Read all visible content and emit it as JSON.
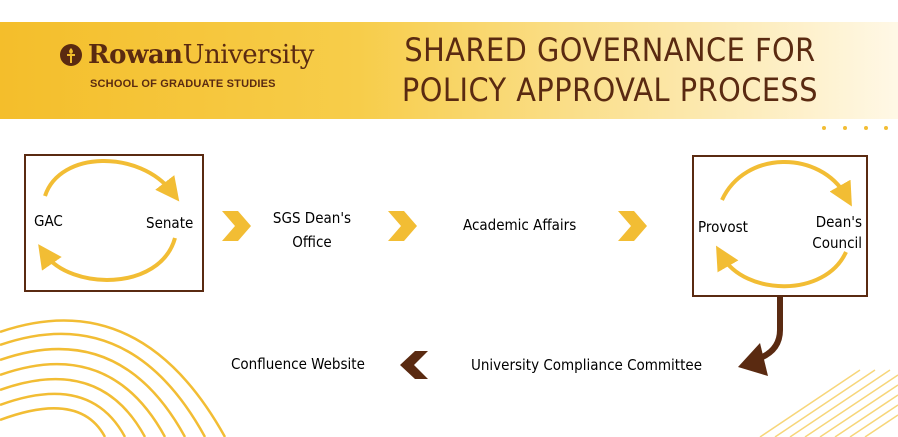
{
  "header": {
    "logo_name_bold": "Rowan",
    "logo_name_regular": "University",
    "logo_subtitle": "SCHOOL OF GRADUATE STUDIES",
    "title_line1": "SHARED GOVERNANCE FOR",
    "title_line2": "POLICY APPROVAL PROCESS"
  },
  "flow": {
    "box1_left": "GAC",
    "box1_right": "Senate",
    "step_sgs_line1": "SGS Dean's",
    "step_sgs_line2": "Office",
    "step_academic": "Academic Affairs",
    "box2_left": "Provost",
    "box2_right_line1": "Dean's",
    "box2_right_line2": "Council",
    "step_compliance": "University Compliance Committee",
    "step_confluence": "Confluence Website"
  },
  "colors": {
    "brown": "#5a2a11",
    "gold": "#f2bd34",
    "banner_gold": "#f4be2b"
  }
}
